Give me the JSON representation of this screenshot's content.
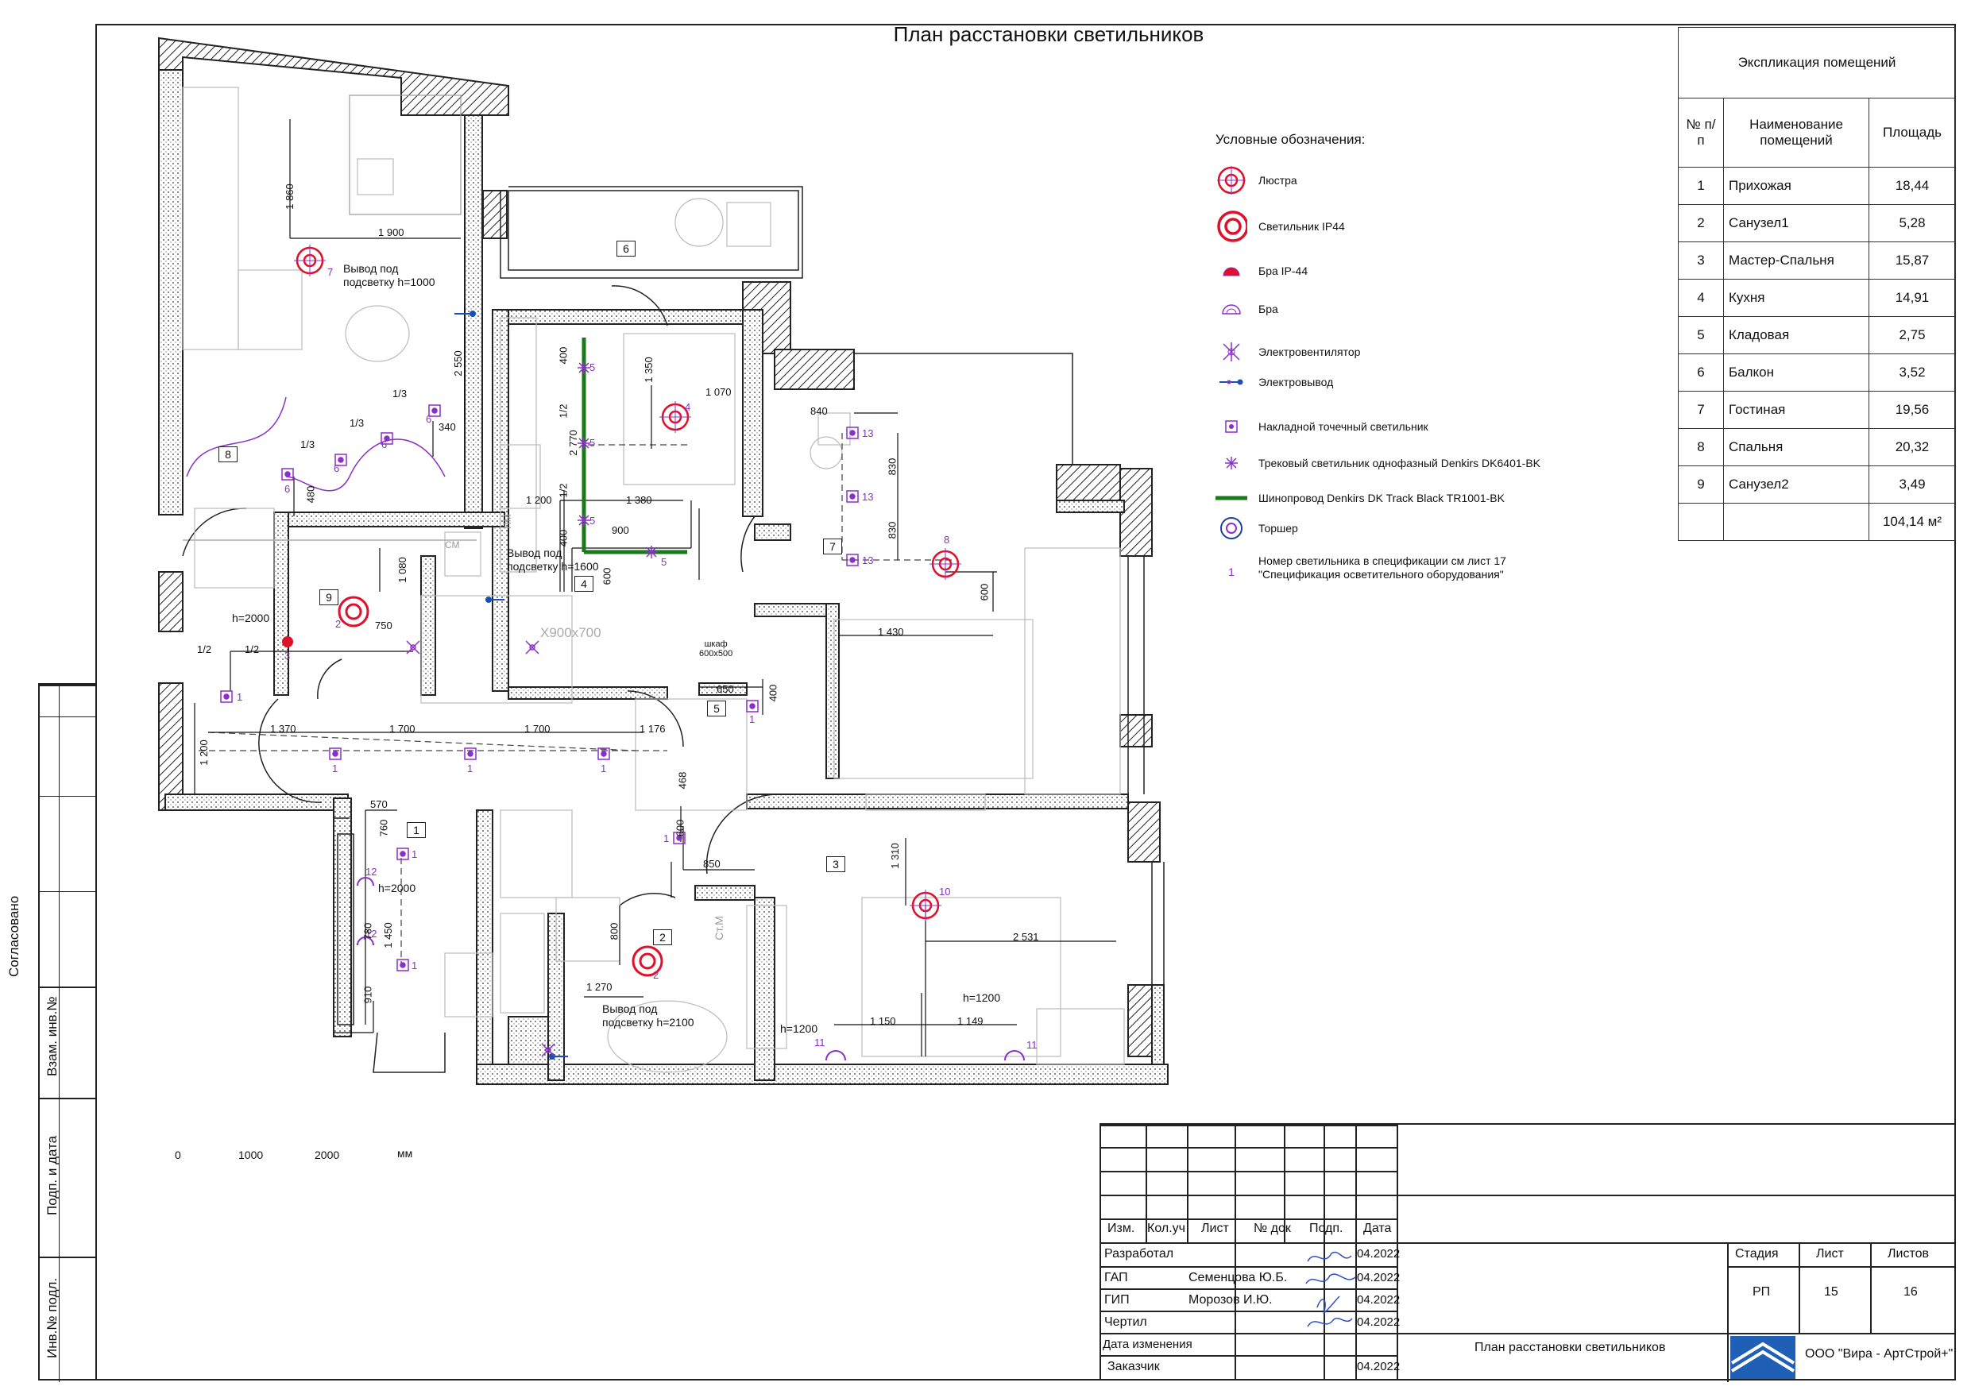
{
  "title": "План расстановки светильников",
  "left_stamp": {
    "agreed": "Согласовано",
    "inv_replace": "Взам. инв.№",
    "sign_date": "Подп. и дата",
    "inv_orig": "Инв.№ подл."
  },
  "explication": {
    "title": "Экспликация помещений",
    "headers": [
      "№ п/п",
      "Наименование помещений",
      "Площадь"
    ],
    "rows": [
      {
        "n": "1",
        "name": "Прихожая",
        "area": "18,44"
      },
      {
        "n": "2",
        "name": "Санузел1",
        "area": "5,28"
      },
      {
        "n": "3",
        "name": "Мастер-Спальня",
        "area": "15,87"
      },
      {
        "n": "4",
        "name": "Кухня",
        "area": "14,91"
      },
      {
        "n": "5",
        "name": "Кладовая",
        "area": "2,75"
      },
      {
        "n": "6",
        "name": "Балкон",
        "area": "3,52"
      },
      {
        "n": "7",
        "name": "Гостиная",
        "area": "19,56"
      },
      {
        "n": "8",
        "name": "Спальня",
        "area": "20,32"
      },
      {
        "n": "9",
        "name": "Санузел2",
        "area": "3,49"
      }
    ],
    "total": "104,14 м²"
  },
  "legend": {
    "title": "Условные обозначения:",
    "items": [
      {
        "icon": "chandelier-icon",
        "label": "Люстра"
      },
      {
        "icon": "ip44-light-icon",
        "label": "Светильник IP44"
      },
      {
        "icon": "wall-light-ip44-icon",
        "label": "Бра IP-44"
      },
      {
        "icon": "wall-light-icon",
        "label": "Бра"
      },
      {
        "icon": "fan-icon",
        "label": "Электровентилятор"
      },
      {
        "icon": "outlet-icon",
        "label": "Электровывод"
      },
      {
        "icon": "spot-icon",
        "label": "Накладной точечный светильник"
      },
      {
        "icon": "track-spot-icon",
        "label": "Трековый светильник однофазный Denkirs DK6401-BK"
      },
      {
        "icon": "busbar-icon",
        "label": "Шинопровод Denkirs DK Track Black TR1001-BK"
      },
      {
        "icon": "floor-lamp-icon",
        "label": "Торшер"
      },
      {
        "icon": "number-icon",
        "label": "Номер светильника в спецификации см лист 17\n\"Спецификация осветительного оборудования\"",
        "num": "1"
      }
    ]
  },
  "colors": {
    "wall": "#222222",
    "lamp_red": "#e0102a",
    "lamp_purple": "#8b2fc9",
    "track_green": "#1a7a1a",
    "logo_blue": "#1f5fb5"
  },
  "plan": {
    "rooms": [
      "1",
      "2",
      "3",
      "4",
      "5",
      "6",
      "7",
      "8",
      "9"
    ],
    "dims": [
      "1 860",
      "1 900",
      "2 550",
      "1/3",
      "1/3",
      "1/3",
      "340",
      "480",
      "1 080",
      "750",
      "1/2",
      "1/2",
      "1 200",
      "1 370",
      "1 700",
      "1 700",
      "1 176",
      "570",
      "760",
      "1 450",
      "780",
      "910",
      "600",
      "850",
      "468",
      "1 350",
      "1 070",
      "400",
      "1/2",
      "2 770",
      "1/2",
      "400",
      "1 200",
      "1 380",
      "900",
      "600",
      "650",
      "400",
      "840",
      "830",
      "830",
      "600",
      "1 430",
      "1 310",
      "2 531",
      "800",
      "1 270",
      "1 150",
      "1 149"
    ],
    "notes": [
      "Вывод под\nподсветку h=1000",
      "Вывод под\nподсветку h=1600",
      "Вывод под\nподсветку h=2100",
      "h=2000",
      "h=2000",
      "h=1200",
      "h=1200",
      "X900x700",
      "шкаф\n600x500",
      "ПМ",
      "СМ",
      "Ст.М"
    ]
  },
  "scale": {
    "ticks": [
      "0",
      "1000",
      "2000"
    ],
    "unit": "мм"
  },
  "title_block": {
    "head": [
      "Изм.",
      "Кол.уч",
      "Лист",
      "№ док",
      "Подп.",
      "Дата"
    ],
    "roles": [
      {
        "role": "Разработал",
        "name": "",
        "date": "04.2022"
      },
      {
        "role": "ГАП",
        "name": "Семенцова Ю.Б.",
        "date": "04.2022"
      },
      {
        "role": "ГИП",
        "name": "Морозов И.Ю.",
        "date": "04.2022"
      },
      {
        "role": "Чертил",
        "name": "",
        "date": "04.2022"
      },
      {
        "role": "Дата изменения",
        "name": "",
        "date": ""
      },
      {
        "role": "Заказчик",
        "name": "",
        "date": "04.2022"
      }
    ],
    "stage_head": [
      "Стадия",
      "Лист",
      "Листов"
    ],
    "stage_vals": [
      "РП",
      "15",
      "16"
    ],
    "sheet_title": "План расстановки светильников",
    "company": "ООО \"Вира - АртСтрой+\""
  }
}
